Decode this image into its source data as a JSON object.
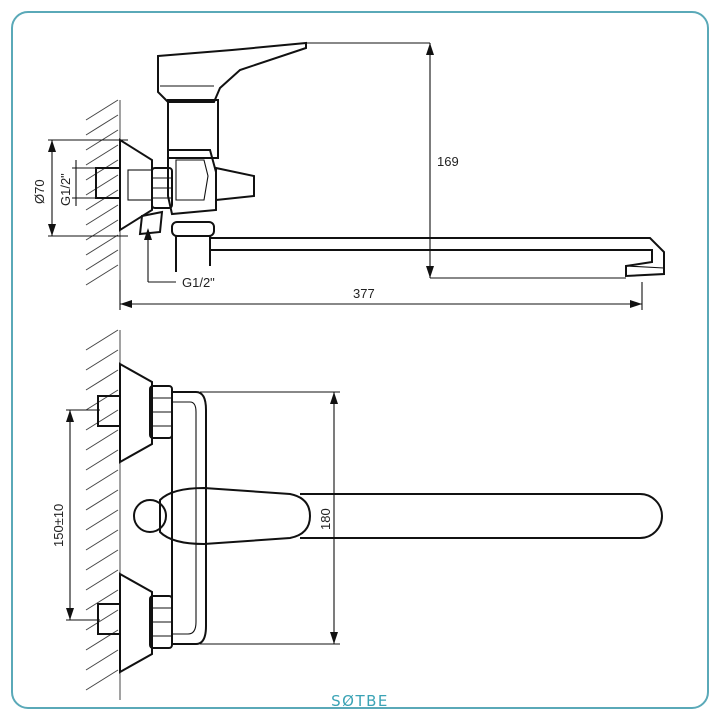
{
  "dimensions": {
    "height_169": "169",
    "length_377": "377",
    "diameter": "Ø70",
    "thread_vertical": "G1/2\"",
    "thread_bottom": "G1/2\"",
    "spacing": "150±10",
    "depth": "180"
  },
  "brand": {
    "name": "SØTBE",
    "accent_color": "#3aa3b5"
  },
  "frame": {
    "border_color": "#5aa9b8"
  }
}
